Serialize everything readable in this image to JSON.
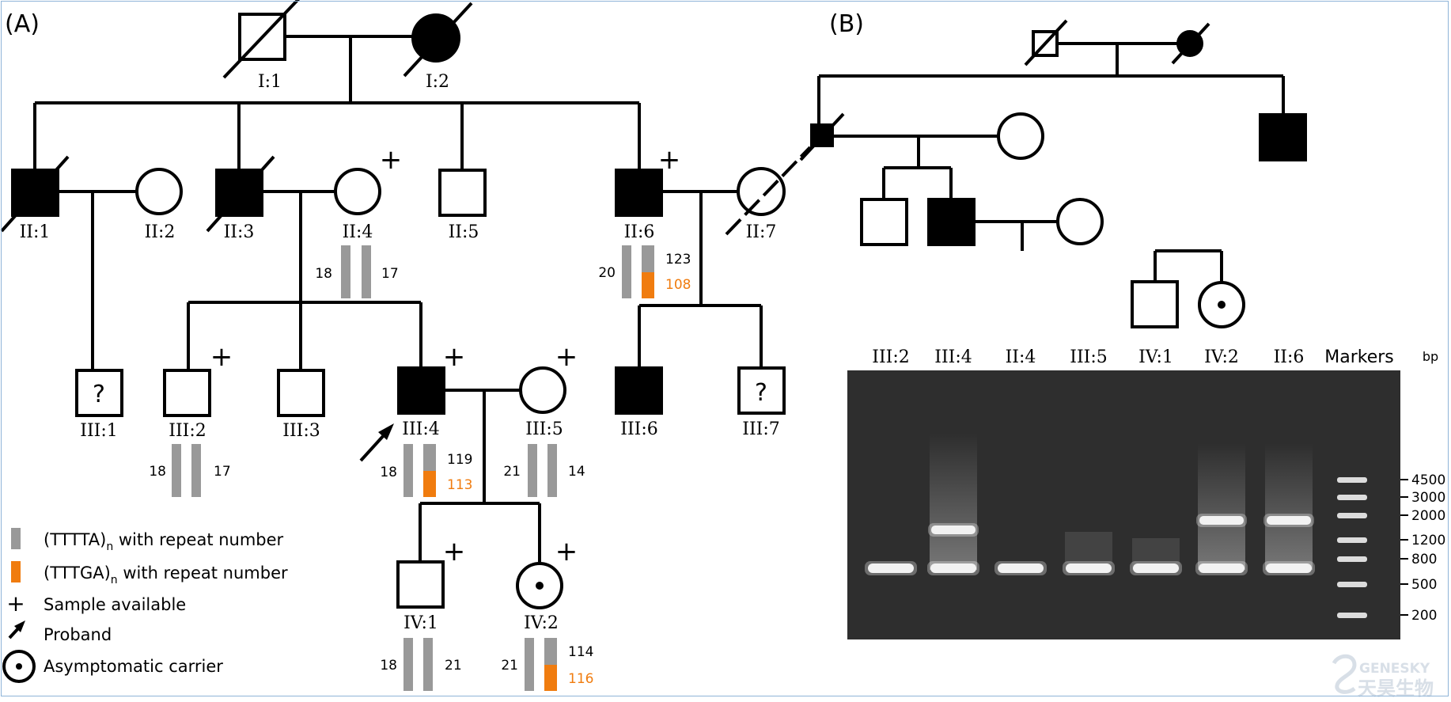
{
  "panel_labels": {
    "a": "(A)",
    "b": "(B)"
  },
  "individuals": {
    "i1": "I:1",
    "i2": "I:2",
    "ii1": "II:1",
    "ii2": "II:2",
    "ii3": "II:3",
    "ii4": "II:4",
    "ii5": "II:5",
    "ii6": "II:6",
    "ii7": "II:7",
    "iii1": "III:1",
    "iii2": "III:2",
    "iii3": "III:3",
    "iii4": "III:4",
    "iii5": "III:5",
    "iii6": "III:6",
    "iii7": "III:7",
    "iv1": "IV:1",
    "iv2": "IV:2"
  },
  "markers": {
    "plus": "+",
    "unknown": "?"
  },
  "alleles": {
    "ii4": {
      "left": "18",
      "right": "17"
    },
    "ii6": {
      "left": "20",
      "right": "123",
      "right_tttga": "108"
    },
    "iii2": {
      "left": "18",
      "right": "17"
    },
    "iii4": {
      "left": "18",
      "right": "119",
      "right_tttga": "113"
    },
    "iii5": {
      "left": "21",
      "right": "14"
    },
    "iv1": {
      "left": "18",
      "right": "21"
    },
    "iv2": {
      "left": "21",
      "right": "114",
      "right_tttga": "116"
    }
  },
  "legend": {
    "tttta_prefix": "(TTTTA)",
    "tttta_sub": "n",
    "tttta_suffix": " with repeat number",
    "tttga_prefix": "(TTTGA)",
    "tttga_sub": "n",
    "tttga_suffix": " with repeat number",
    "sample": "Sample available",
    "proband": "Proband",
    "carrier": "Asymptomatic carrier"
  },
  "gel": {
    "lanes": [
      "III:2",
      "III:4",
      "II:4",
      "III:5",
      "IV:1",
      "IV:2",
      "II:6",
      "Markers"
    ],
    "unit": "bp",
    "ladder": [
      "4500",
      "3000",
      "2000",
      "1200",
      "800",
      "500",
      "200"
    ]
  },
  "watermark": {
    "en": "GENESKY",
    "cn": "天昊生物"
  },
  "colors": {
    "tttta": "#999999",
    "tttga": "#f07c0f",
    "gel_bg": "#2e2e2e",
    "frame": "#8fb4d8"
  }
}
